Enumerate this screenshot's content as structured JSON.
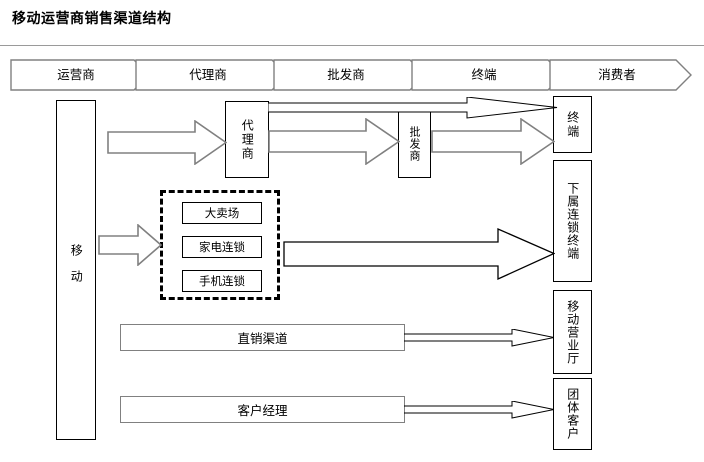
{
  "title": "移动运营商销售渠道结构",
  "banner": {
    "segments": [
      {
        "label": "运营商"
      },
      {
        "label": "代理商"
      },
      {
        "label": "批发商"
      },
      {
        "label": "终端"
      },
      {
        "label": "消费者"
      }
    ]
  },
  "nodes": {
    "operator": {
      "label": "移动"
    },
    "agent": {
      "label": "代理商"
    },
    "wholesaler": {
      "label": "批发商"
    },
    "terminal": {
      "label": "终端"
    },
    "chain_terminal": {
      "label": "下属连锁终端"
    },
    "mobile_hall": {
      "label": "移动营业厅"
    },
    "group_customer": {
      "label": "团体客户"
    }
  },
  "retail_group": {
    "items": [
      {
        "label": "大卖场"
      },
      {
        "label": "家电连锁"
      },
      {
        "label": "手机连锁"
      }
    ]
  },
  "channels": [
    {
      "label": "直销渠道"
    },
    {
      "label": "客户经理"
    }
  ],
  "colors": {
    "line": "#000000",
    "arrow_stroke": "#808080",
    "rule": "#9a9a9a",
    "background": "#ffffff"
  }
}
